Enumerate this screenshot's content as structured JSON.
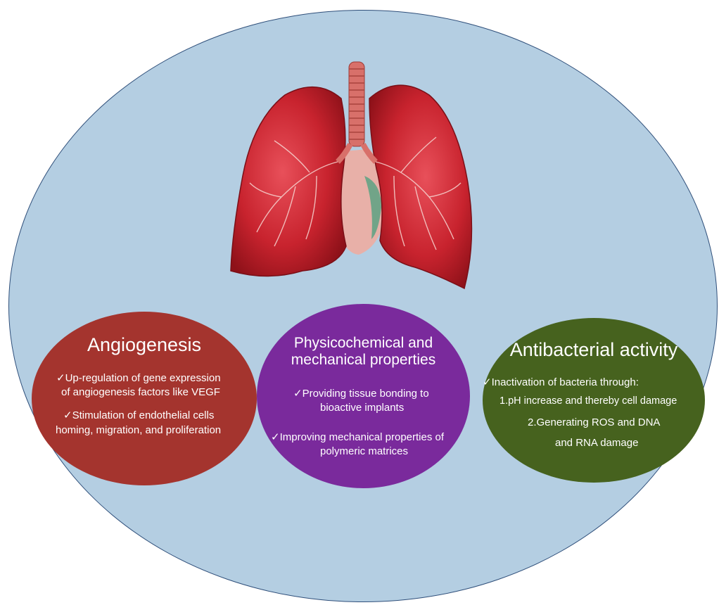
{
  "angiogenesis": {
    "title": "Angiogenesis",
    "lines": [
      "✓Up-regulation of gene expression",
      "of angiogenesis factors like VEGF",
      "✓Stimulation of endothelial cells",
      "homing, migration, and proliferation"
    ],
    "color": "#a4342e"
  },
  "physicochemical": {
    "title_line1": "Physicochemical and",
    "title_line2": "mechanical properties",
    "lines": [
      "✓Providing tissue bonding to",
      "bioactive implants",
      "✓Improving mechanical properties of",
      "polymeric matrices"
    ],
    "color": "#7a2a9c"
  },
  "antibacterial": {
    "title": "Antibacterial activity",
    "lines": [
      "✓Inactivation of bacteria through:",
      "1.pH increase and thereby cell damage",
      "2.Generating ROS and DNA",
      "and RNA damage"
    ],
    "color": "#46621e"
  },
  "colors": {
    "background_oval": "#b4cee2",
    "lung_tissue": "#c8232e",
    "trachea": "#d8706a"
  }
}
